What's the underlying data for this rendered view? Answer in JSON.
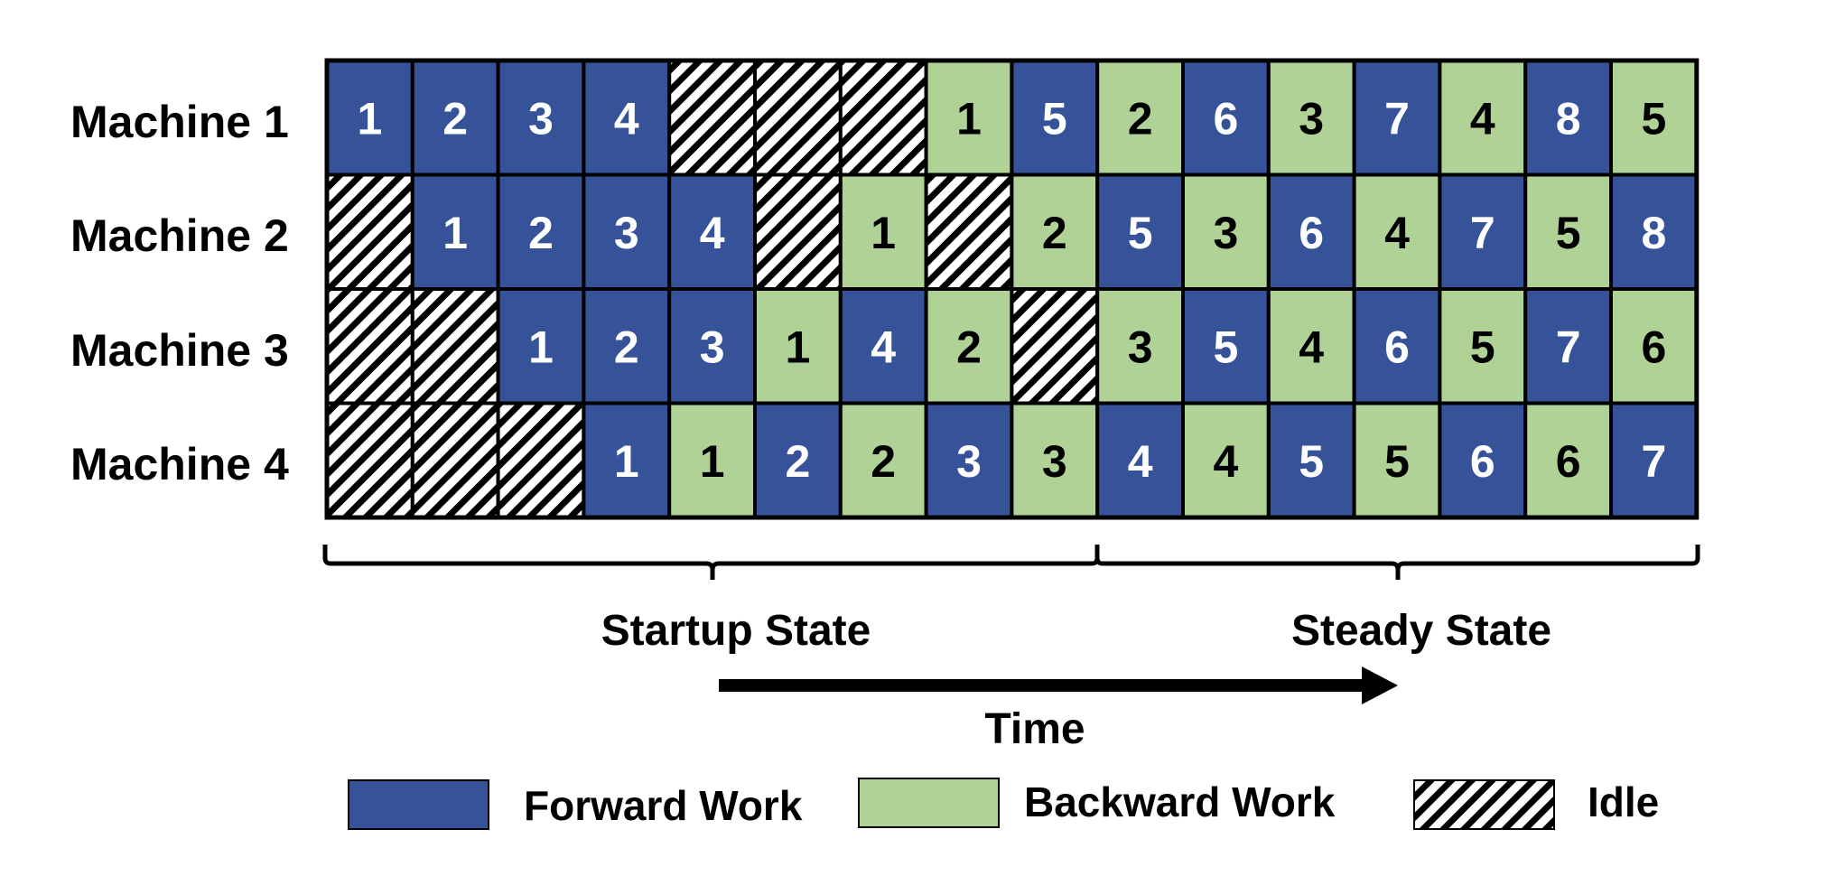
{
  "colors": {
    "forward": "#36539A",
    "backward": "#B0D296",
    "grid_border": "#000000",
    "forward_text": "#FFFFFF",
    "backward_text": "#000000"
  },
  "machines": [
    {
      "label": "Machine 1",
      "cells": [
        {
          "type": "forward",
          "text": "1"
        },
        {
          "type": "forward",
          "text": "2"
        },
        {
          "type": "forward",
          "text": "3"
        },
        {
          "type": "forward",
          "text": "4"
        },
        {
          "type": "idle",
          "text": ""
        },
        {
          "type": "idle",
          "text": ""
        },
        {
          "type": "idle",
          "text": ""
        },
        {
          "type": "backward",
          "text": "1"
        },
        {
          "type": "forward",
          "text": "5"
        },
        {
          "type": "backward",
          "text": "2"
        },
        {
          "type": "forward",
          "text": "6"
        },
        {
          "type": "backward",
          "text": "3"
        },
        {
          "type": "forward",
          "text": "7"
        },
        {
          "type": "backward",
          "text": "4"
        },
        {
          "type": "forward",
          "text": "8"
        },
        {
          "type": "backward",
          "text": "5"
        }
      ]
    },
    {
      "label": "Machine 2",
      "cells": [
        {
          "type": "idle",
          "text": ""
        },
        {
          "type": "forward",
          "text": "1"
        },
        {
          "type": "forward",
          "text": "2"
        },
        {
          "type": "forward",
          "text": "3"
        },
        {
          "type": "forward",
          "text": "4"
        },
        {
          "type": "idle",
          "text": ""
        },
        {
          "type": "backward",
          "text": "1"
        },
        {
          "type": "idle",
          "text": ""
        },
        {
          "type": "backward",
          "text": "2"
        },
        {
          "type": "forward",
          "text": "5"
        },
        {
          "type": "backward",
          "text": "3"
        },
        {
          "type": "forward",
          "text": "6"
        },
        {
          "type": "backward",
          "text": "4"
        },
        {
          "type": "forward",
          "text": "7"
        },
        {
          "type": "backward",
          "text": "5"
        },
        {
          "type": "forward",
          "text": "8"
        }
      ]
    },
    {
      "label": "Machine 3",
      "cells": [
        {
          "type": "idle",
          "text": ""
        },
        {
          "type": "idle",
          "text": ""
        },
        {
          "type": "forward",
          "text": "1"
        },
        {
          "type": "forward",
          "text": "2"
        },
        {
          "type": "forward",
          "text": "3"
        },
        {
          "type": "backward",
          "text": "1"
        },
        {
          "type": "forward",
          "text": "4"
        },
        {
          "type": "backward",
          "text": "2"
        },
        {
          "type": "idle",
          "text": ""
        },
        {
          "type": "backward",
          "text": "3"
        },
        {
          "type": "forward",
          "text": "5"
        },
        {
          "type": "backward",
          "text": "4"
        },
        {
          "type": "forward",
          "text": "6"
        },
        {
          "type": "backward",
          "text": "5"
        },
        {
          "type": "forward",
          "text": "7"
        },
        {
          "type": "backward",
          "text": "6"
        }
      ]
    },
    {
      "label": "Machine 4",
      "cells": [
        {
          "type": "idle",
          "text": ""
        },
        {
          "type": "idle",
          "text": ""
        },
        {
          "type": "idle",
          "text": ""
        },
        {
          "type": "forward",
          "text": "1"
        },
        {
          "type": "backward",
          "text": "1"
        },
        {
          "type": "forward",
          "text": "2"
        },
        {
          "type": "backward",
          "text": "2"
        },
        {
          "type": "forward",
          "text": "3"
        },
        {
          "type": "backward",
          "text": "3"
        },
        {
          "type": "forward",
          "text": "4"
        },
        {
          "type": "backward",
          "text": "4"
        },
        {
          "type": "forward",
          "text": "5"
        },
        {
          "type": "backward",
          "text": "5"
        },
        {
          "type": "forward",
          "text": "6"
        },
        {
          "type": "backward",
          "text": "6"
        },
        {
          "type": "forward",
          "text": "7"
        }
      ]
    }
  ],
  "phases": {
    "startup_label": "Startup State",
    "steady_label": "Steady State",
    "startup_columns": 9,
    "steady_columns": 7
  },
  "time_label": "Time",
  "legend": [
    {
      "type": "forward",
      "label": "Forward Work"
    },
    {
      "type": "backward",
      "label": "Backward Work"
    },
    {
      "type": "idle",
      "label": "Idle"
    }
  ]
}
